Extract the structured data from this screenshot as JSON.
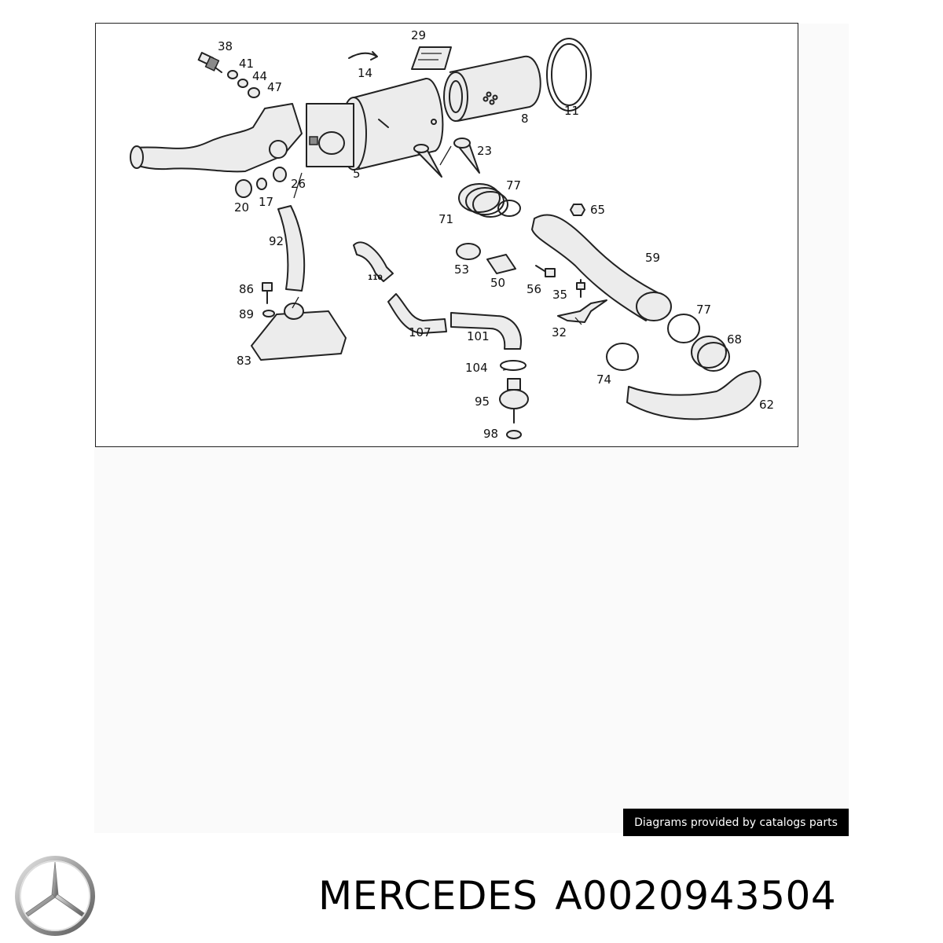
{
  "diagram": {
    "callouts": [
      "38",
      "41",
      "44",
      "47",
      "29",
      "14",
      "8",
      "11",
      "5",
      "23",
      "26",
      "20",
      "17",
      "77",
      "71",
      "65",
      "92",
      "53",
      "50",
      "56",
      "59",
      "35",
      "86",
      "110",
      "89",
      "107",
      "101",
      "32",
      "77",
      "68",
      "83",
      "104",
      "74",
      "95",
      "62",
      "98"
    ]
  },
  "credit": "Diagrams provided by catalogs parts",
  "brand": "MERCEDES",
  "part_number": "A0020943504",
  "logo_icon": "mercedes-star-icon"
}
